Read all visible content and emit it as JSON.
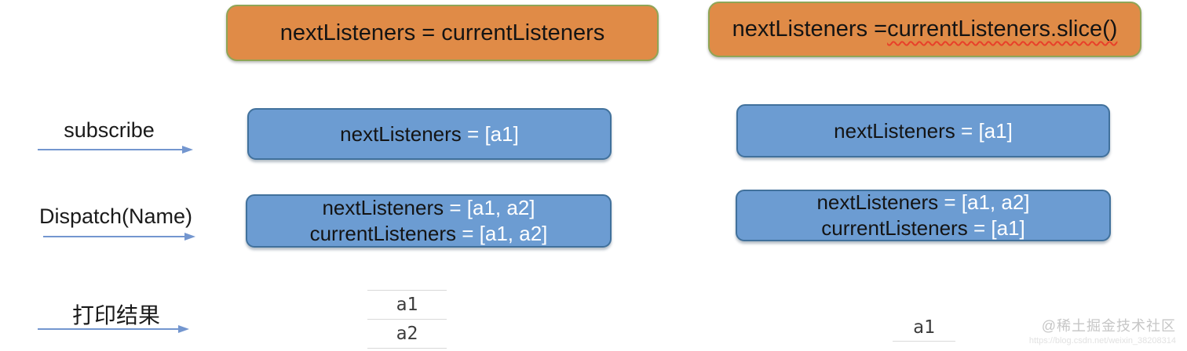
{
  "title_boxes": {
    "mutation": "nextListeners = currentListeners",
    "slice_prefix": "nextListeners =",
    "slice_code": "currentListeners.slice()"
  },
  "rows": {
    "subscribe": "subscribe",
    "dispatch": "Dispatch(Name)",
    "print": "打印结果"
  },
  "columns": {
    "mutation": {
      "subscribe": {
        "var": "nextListeners",
        "val": "= [a1]"
      },
      "dispatch": {
        "line1_var": "nextListeners",
        "line1_val": "= [a1, a2]",
        "line2_var": "currentListeners",
        "line2_val": "= [a1, a2]"
      },
      "console": [
        "a1",
        "a2"
      ]
    },
    "slice": {
      "subscribe": {
        "var": "nextListeners",
        "val": "= [a1]"
      },
      "dispatch": {
        "line1_var": "nextListeners",
        "line1_val": "= [a1, a2]",
        "line2_var": "currentListeners",
        "line2_val": "= [a1]"
      },
      "console": [
        "a1"
      ]
    }
  },
  "watermark": {
    "text": "@稀土掘金技术社区",
    "url": "https://blog.csdn.net/weixin_38208314"
  },
  "colors": {
    "orange_fill": "#e08b47",
    "orange_border": "#8fa556",
    "blue_fill": "#6c9cd2",
    "blue_border": "#41719c",
    "arrow_blue": "#7396cf",
    "squiggle_red": "#e8402a",
    "value_text": "#ffffff",
    "code_text": "#141414"
  }
}
